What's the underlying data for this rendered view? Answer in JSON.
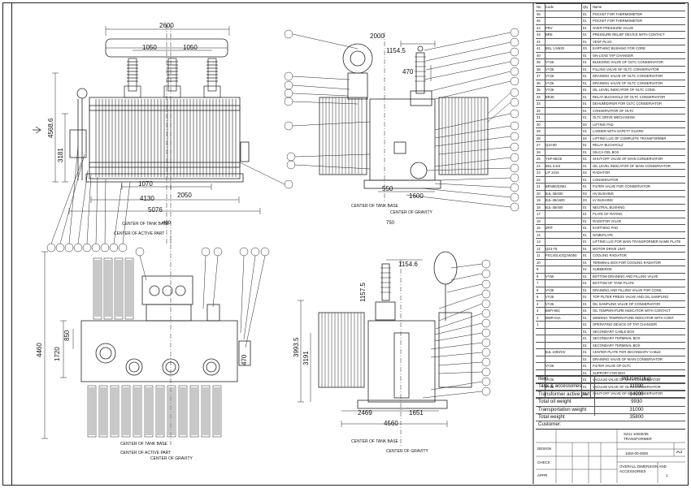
{
  "drawing": {
    "views": {
      "front": {
        "dims_top": [
          "2600",
          "1050",
          "1050"
        ],
        "dims_left": [
          "4568.6",
          "3181"
        ],
        "dims_bottom": [
          "1070",
          "2050",
          "4130",
          "5076"
        ],
        "center_tank": "CENTER OF TANK BASE",
        "center_active": "CENTER OF ACTIVE PART",
        "dim_misc": "400"
      },
      "side": {
        "dims_top": [
          "1154.5",
          "470"
        ],
        "label_2000": "2000",
        "dims_bottom": [
          "550",
          "1600"
        ],
        "center_tank": "CENTER OF TANK BASE",
        "center_gravity": "CENTER OF GRAVITY",
        "dim_misc": "750"
      },
      "plan": {
        "dims_left": [
          "4460",
          "1720",
          "850"
        ],
        "dim_right": "470",
        "center_tank": "CENTER OF TANK BASE",
        "center_active": "CENTER OF ACTIVE PART",
        "center_gravity": "CENTER OF GRAVITY"
      },
      "end": {
        "dims_top": [
          "1154.6",
          "1157.5"
        ],
        "dims_left": [
          "3993.5",
          "3191"
        ],
        "dims_bottom": [
          "2469",
          "1651",
          "4560"
        ],
        "center_tank": "CENTER OF TANK BASE",
        "center_gravity": "CENTER OF GRAVITY"
      }
    },
    "parts_header": {
      "no": "No.",
      "code": "Code",
      "qty": "Qty",
      "name": "Name"
    },
    "parts": [
      {
        "no": "46",
        "code": "",
        "qty": "01",
        "name": "POCKET FOR THERMOMETER"
      },
      {
        "no": "45",
        "code": "",
        "qty": "01",
        "name": "POCKET FOR THERMOMETER"
      },
      {
        "no": "44",
        "code": "PRV",
        "qty": "01",
        "name": "OVER PRESSURE VALVE"
      },
      {
        "no": "43",
        "code": "BRE",
        "qty": "01",
        "name": "PRESSURE RELIEF DEVICE WITH CONTACT"
      },
      {
        "no": "42",
        "code": "",
        "qty": "01",
        "name": "VENT PLUG"
      },
      {
        "no": "41",
        "code": "BSL 1.5/630",
        "qty": "03",
        "name": "EARTHING BUSHING FOR CORE"
      },
      {
        "no": "40",
        "code": "",
        "qty": "01",
        "name": "ON-LOAD TAP CHANGER"
      },
      {
        "no": "39",
        "code": "VY25",
        "qty": "01",
        "name": "BLEEDING VALVE OF OLTC CONSERVATOR"
      },
      {
        "no": "38",
        "code": "VY25",
        "qty": "01",
        "name": "FILLING VALVE OF OLTC CONSERVATOR"
      },
      {
        "no": "37",
        "code": "VY25",
        "qty": "01",
        "name": "DRAINING VALVE OF OLTC CONSERVATOR"
      },
      {
        "no": "36",
        "code": "VY25",
        "qty": "01",
        "name": "DRAINING VALVE OF OLTC CONSERVATOR"
      },
      {
        "no": "35",
        "code": "VY25",
        "qty": "01",
        "name": "OIL LEVEL INDICATOR OF OLTC CONS."
      },
      {
        "no": "34",
        "code": "BR25",
        "qty": "01",
        "name": "RELAY BUCHHOLZ OF OLTC CONSERVATOR"
      },
      {
        "no": "33",
        "code": "",
        "qty": "01",
        "name": "DEHUMIDIFIER FOR OLTC CONSERVATOR"
      },
      {
        "no": "32",
        "code": "",
        "qty": "01",
        "name": "CONSERVATOR OF OLTC"
      },
      {
        "no": "31",
        "code": "",
        "qty": "01",
        "name": "OLTC DRIVE MECHANISM"
      },
      {
        "no": "30",
        "code": "",
        "qty": "04",
        "name": "LIFTING PAD"
      },
      {
        "no": "29",
        "code": "",
        "qty": "01",
        "name": "LADDER WITH SAFETY GUARD"
      },
      {
        "no": "28",
        "code": "",
        "qty": "04",
        "name": "LIFTING LUG OF COMPLETE TRANSFORMER"
      },
      {
        "no": "27",
        "code": "QJ4-80",
        "qty": "01",
        "name": "RELAY BUCHHOLZ"
      },
      {
        "no": "26",
        "code": "",
        "qty": "01",
        "name": "SILICA GEL BOX"
      },
      {
        "no": "25",
        "code": "YSF-55/25",
        "qty": "01",
        "name": "SHUT-OFF VALVE OF MAIN CONSERVATOR"
      },
      {
        "no": "24",
        "code": "BSL 0.5/4",
        "qty": "01",
        "name": "OIL LEVEL INDICATOR OF MAIN CONSERVATOR"
      },
      {
        "no": "23",
        "code": "LIF 2415",
        "qty": "02",
        "name": "RADIATOR"
      },
      {
        "no": "22",
        "code": "",
        "qty": "01",
        "name": "CONSERVATOR"
      },
      {
        "no": "21",
        "code": "BRN50/ZZMJ",
        "qty": "01",
        "name": "FILTER VALVE FOR CONSERVATOR"
      },
      {
        "no": "20",
        "code": "BJL-35/400",
        "qty": "03",
        "name": "HV BUSHING"
      },
      {
        "no": "19",
        "code": "BJL-35/1600",
        "qty": "03",
        "name": "LV BUSHING"
      },
      {
        "no": "18",
        "code": "BJL-35/400",
        "qty": "01",
        "name": "NEUTRAL BUSHING"
      },
      {
        "no": "17",
        "code": "",
        "qty": "01",
        "name": "PLATE OF RATING"
      },
      {
        "no": "16",
        "code": "",
        "qty": "01",
        "name": "RADIATOR VALVE"
      },
      {
        "no": "15",
        "code": "ZPIF",
        "qty": "01",
        "name": "EARTHING PAD"
      },
      {
        "no": "14",
        "code": "",
        "qty": "01",
        "name": "NAMEPLATE"
      },
      {
        "no": "13",
        "code": "",
        "qty": "01",
        "name": "LIFTING LUG FOR MAIN TRANSFORMER NAME PLATE"
      },
      {
        "no": "12",
        "code": "QZ4-75",
        "qty": "01",
        "name": "MOTOR DRIVE UNIT"
      },
      {
        "no": "11",
        "code": "PSC4GLKZQ1W350",
        "qty": "01",
        "name": "COOLING RADIATOR"
      },
      {
        "no": "10",
        "code": "",
        "qty": "01",
        "name": "TERMINAL BOX FOR COOLING RADIATOR"
      },
      {
        "no": "9",
        "code": "",
        "qty": "01",
        "name": "SUBMERGE"
      },
      {
        "no": "8",
        "code": "VY50",
        "qty": "01",
        "name": "BOTTOM DRAINING AND FILLING VALVE"
      },
      {
        "no": "7",
        "code": "",
        "qty": "01",
        "name": "BOTTOM OF TANK PLATE"
      },
      {
        "no": "6",
        "code": "VY25",
        "qty": "01",
        "name": "DRAINING AND FILLING VALVE FOR CONS."
      },
      {
        "no": "5",
        "code": "VY25",
        "qty": "01",
        "name": "TOP FILTER PRESS VALVE AND OIL SAMPLING"
      },
      {
        "no": "4",
        "code": "VY25",
        "qty": "01",
        "name": "OIL SAMPLING VALVE OF CONSERVATOR"
      },
      {
        "no": "3",
        "code": "BWY-802",
        "qty": "01",
        "name": "OIL TEMPERATURE INDICATOR WITH CONTACT"
      },
      {
        "no": "2",
        "code": "BWR-04A",
        "qty": "01",
        "name": "WINDING TEMPERATURE INDICATOR WITH CONT."
      },
      {
        "no": "1",
        "code": "",
        "qty": "01",
        "name": "OPERATING DEVICE OF TAP CHANGER"
      },
      {
        "no": "",
        "code": "",
        "qty": "01",
        "name": "SECONDARY CABLE BOX"
      },
      {
        "no": "",
        "code": "",
        "qty": "01",
        "name": "SECONDARY TERMINAL BOX"
      },
      {
        "no": "",
        "code": "",
        "qty": "01",
        "name": "SECONDARY TERMINAL BOX"
      },
      {
        "no": "",
        "code": "BJL 1000/HV",
        "qty": "01",
        "name": "CENTER PLATE FOR SECONDARY CABLE"
      },
      {
        "no": "",
        "code": "",
        "qty": "01",
        "name": "DRAINING VALVE OF MAIN CONSERVATOR"
      },
      {
        "no": "",
        "code": "VY25",
        "qty": "01",
        "name": "FILTER VALVE OF OLTC"
      },
      {
        "no": "",
        "code": "",
        "qty": "01",
        "name": "SUPPORT FOR BOX"
      },
      {
        "no": "",
        "code": "VY25",
        "qty": "01",
        "name": "VACUUM VALVE OF MAIN CONSERVATOR"
      },
      {
        "no": "",
        "code": "VY25",
        "qty": "01",
        "name": "VACUUM VALVE OF OLTC CONSERVATOR"
      },
      {
        "no": "",
        "code": "",
        "qty": "01",
        "name": "SHUT-OFF VALVE OF MAIN CONSERVATOR"
      }
    ],
    "weights": {
      "header_item": "Item",
      "header_value": "WEIGHT(Kg)",
      "rows": [
        {
          "item": "Tank & accessories",
          "value": "11000"
        },
        {
          "item": "Transformer active part",
          "value": "14900"
        },
        {
          "item": "Total oil weight",
          "value": "9930"
        },
        {
          "item": "Transportation weight",
          "value": "31000"
        },
        {
          "item": "Total weight",
          "value": "35800"
        }
      ],
      "customer": "Customer:"
    },
    "titleblock": {
      "model": "SZ11-10000/35",
      "subtitle": "TRANSFORMER",
      "rev_code": "A3",
      "drawing_no": "1000-00-0000",
      "drawing_title_1": "OVERALL DIMENSION AND",
      "drawing_title_2": "ACCESSORIES",
      "row_labels": [
        "DESIGN",
        "CHECK",
        "APPR"
      ],
      "sheet": "1"
    }
  }
}
